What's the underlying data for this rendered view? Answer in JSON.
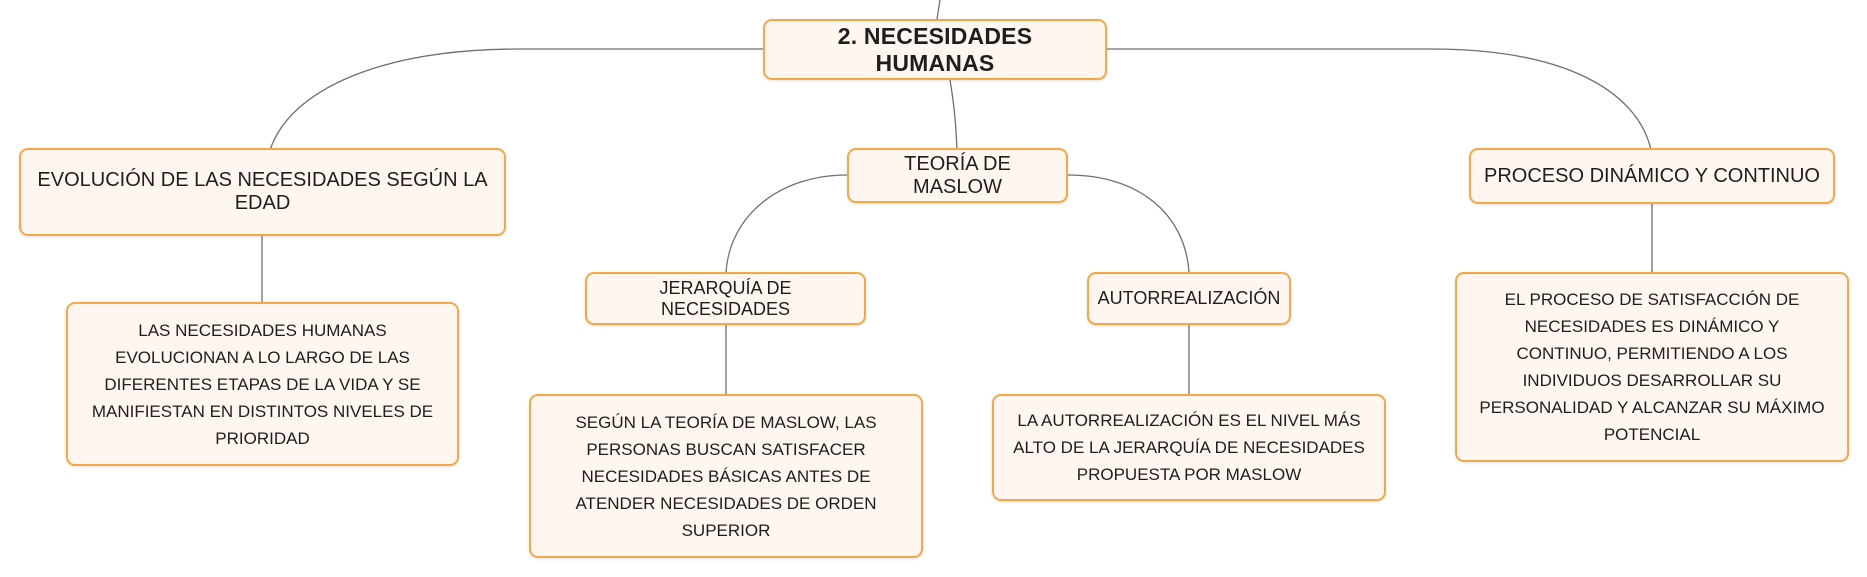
{
  "diagram": {
    "type": "mind-map",
    "colors": {
      "node_border": "#f5a84a",
      "node_fill": "#fef6ef",
      "connector": "#707070"
    },
    "root": {
      "label": "2. NECESIDADES HUMANAS"
    },
    "branches": {
      "evolucion": {
        "label": "EVOLUCIÓN DE LAS NECESIDADES SEGÚN LA EDAD",
        "detail": "LAS NECESIDADES HUMANAS EVOLUCIONAN A LO LARGO DE LAS DIFERENTES ETAPAS DE LA VIDA Y SE MANIFIESTAN EN DISTINTOS NIVELES DE PRIORIDAD"
      },
      "maslow": {
        "label": "TEORÍA DE MASLOW",
        "jerarquia": {
          "label": "JERARQUÍA DE NECESIDADES",
          "detail": "SEGÚN LA TEORÍA DE MASLOW, LAS PERSONAS BUSCAN SATISFACER NECESIDADES BÁSICAS ANTES DE ATENDER NECESIDADES DE ORDEN SUPERIOR"
        },
        "autorrealizacion": {
          "label": "AUTORREALIZACIÓN",
          "detail": "LA AUTORREALIZACIÓN ES EL NIVEL MÁS ALTO DE LA JERARQUÍA DE NECESIDADES PROPUESTA POR MASLOW"
        }
      },
      "proceso": {
        "label": "PROCESO DINÁMICO Y CONTINUO",
        "detail": "EL PROCESO DE SATISFACCIÓN DE NECESIDADES ES DINÁMICO Y CONTINUO, PERMITIENDO A LOS INDIVIDUOS DESARROLLAR SU PERSONALIDAD Y ALCANZAR SU MÁXIMO POTENCIAL"
      }
    }
  }
}
